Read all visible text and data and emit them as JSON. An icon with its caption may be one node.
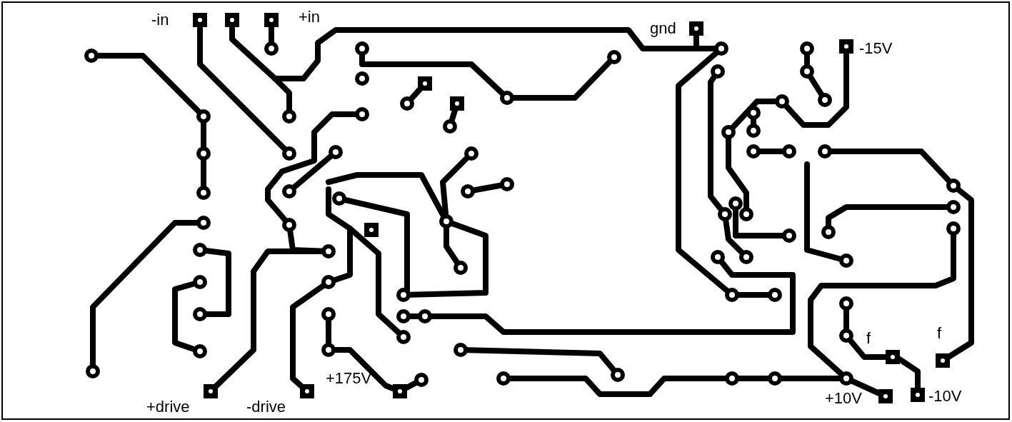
{
  "diagram": {
    "labels": [
      "-in",
      "+in",
      "gnd",
      "-15V",
      "f",
      "f",
      "+175V",
      "+drive",
      "-drive",
      "+10V",
      "-10V"
    ]
  }
}
